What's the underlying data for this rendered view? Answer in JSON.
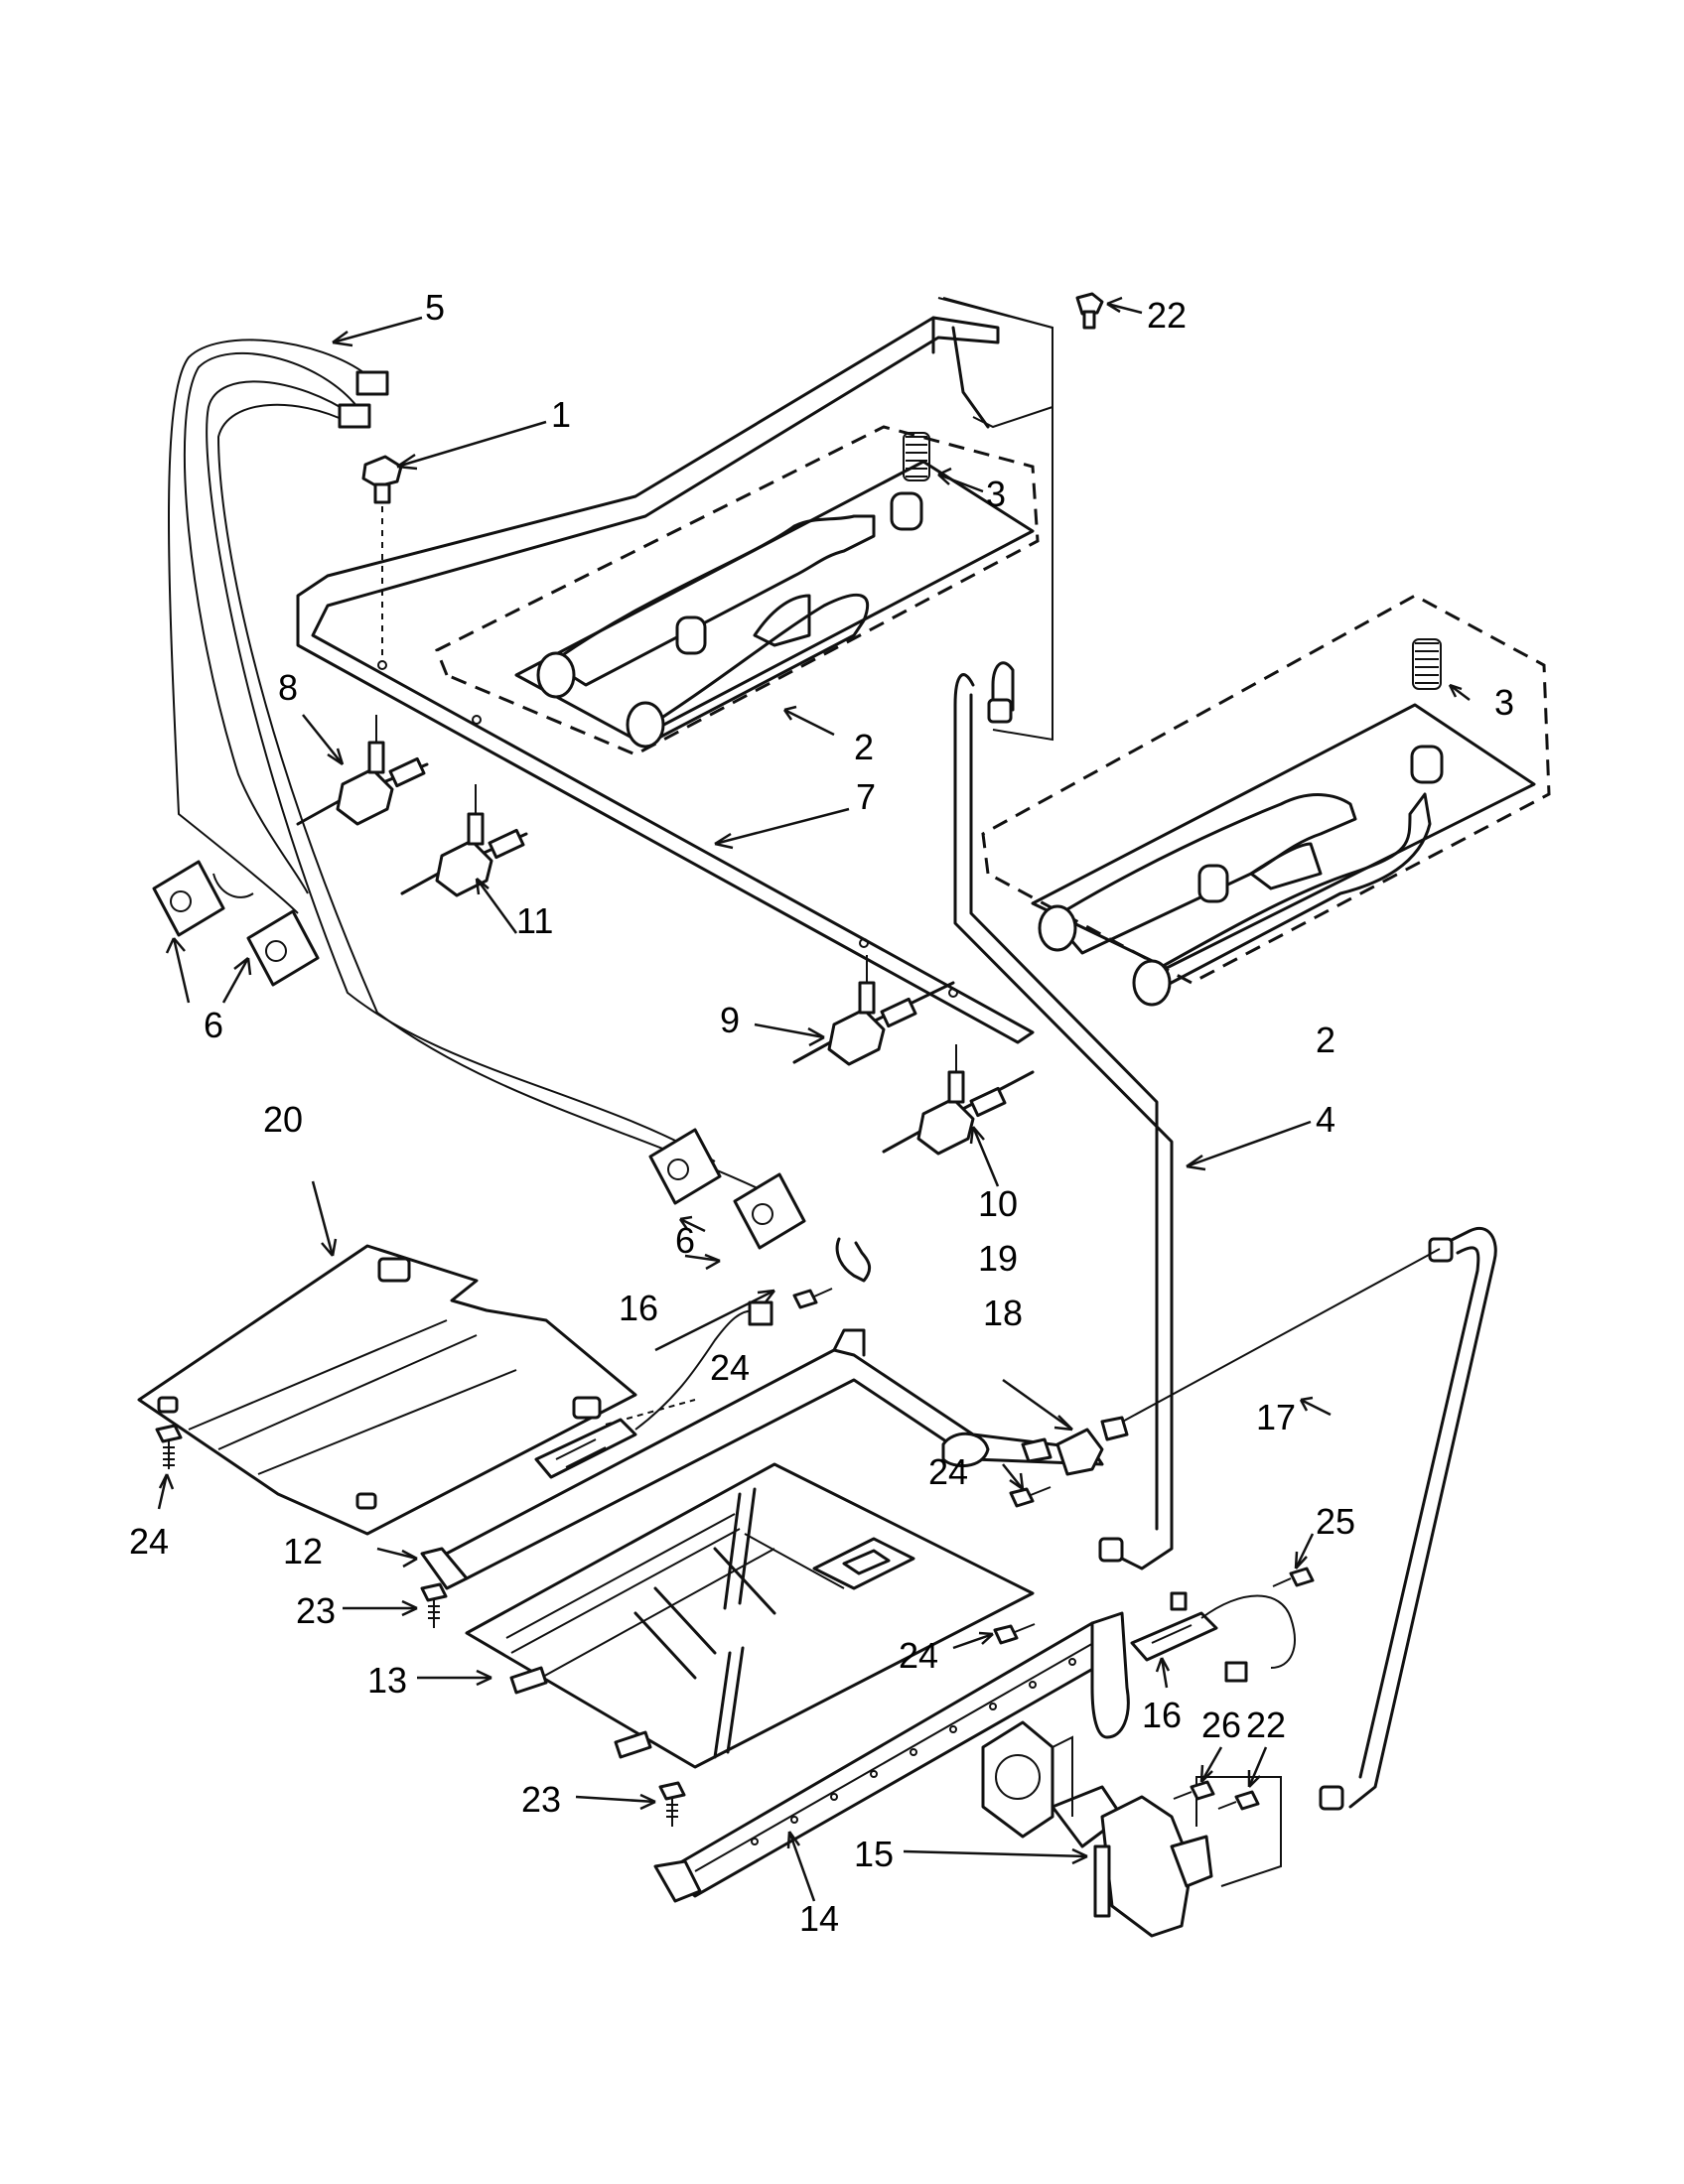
{
  "callouts": [
    {
      "label": "5"
    },
    {
      "label": "22"
    },
    {
      "label": "1"
    },
    {
      "label": "3"
    },
    {
      "label": "3"
    },
    {
      "label": "8"
    },
    {
      "label": "2"
    },
    {
      "label": "7"
    },
    {
      "label": "11"
    },
    {
      "label": "6"
    },
    {
      "label": "9"
    },
    {
      "label": "2"
    },
    {
      "label": "4"
    },
    {
      "label": "10"
    },
    {
      "label": "20"
    },
    {
      "label": "6"
    },
    {
      "label": "19"
    },
    {
      "label": "16"
    },
    {
      "label": "18"
    },
    {
      "label": "24"
    },
    {
      "label": "17"
    },
    {
      "label": "24"
    },
    {
      "label": "25"
    },
    {
      "label": "24"
    },
    {
      "label": "12"
    },
    {
      "label": "23"
    },
    {
      "label": "24"
    },
    {
      "label": "13"
    },
    {
      "label": "16"
    },
    {
      "label": "26"
    },
    {
      "label": "22"
    },
    {
      "label": "23"
    },
    {
      "label": "15"
    },
    {
      "label": "14"
    }
  ],
  "colors": {
    "line": "#111111",
    "background": "#ffffff"
  }
}
